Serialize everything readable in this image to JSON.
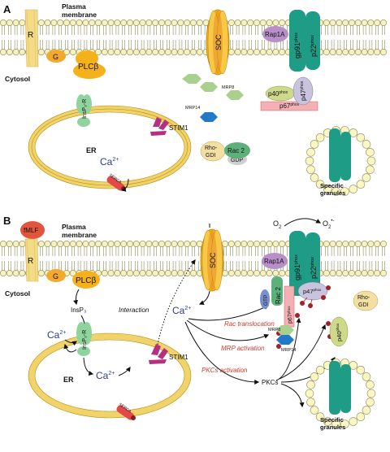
{
  "colors": {
    "membrane_head": "#f6f1bd",
    "membrane_line": "#8a8a5a",
    "er_fill": "#f1d36b",
    "er_stroke": "#b98b10",
    "receptor": "#f4dc86",
    "g_protein": "#f4a92b",
    "plc": "#f4b11a",
    "soc": "#f0b51c",
    "gp91": "#1f9c86",
    "rap1a": "#b98fc9",
    "p67": "#f3b1b6",
    "p40": "#cfd98c",
    "p47": "#c9c3dd",
    "mrp8": "#a9d08e",
    "mrp14": "#2379c9",
    "rac2": "#5cb07a",
    "rhogdi": "#f4dfa2",
    "gdp": "#cfcfcf",
    "insp3r": "#8fd49c",
    "stim1": "#b5307f",
    "serca": "#e24a4a",
    "fmlf": "#e0553b",
    "gtp": "#7b8fcf",
    "vesicle": "#fbf6c2",
    "arrows": "#111111",
    "red_text": "#d23a2a"
  },
  "panel_a": {
    "letter": "A",
    "plasma_membrane_label_1": "Plasma",
    "plasma_membrane_label_2": "membrane",
    "cytosol_label": "Cytosol",
    "receptor_label": "R",
    "g_label": "G",
    "plc_label": "PLCβ",
    "soc_label": "SOC",
    "rap1a_label": "Rap1A",
    "gp91_label": "gp91",
    "gp91_sup": "phox",
    "p22_label": "p22",
    "p22_sup": "phox",
    "p40_label": "p40",
    "p40_sup": "phox",
    "p47_label": "p47",
    "p47_sup": "phox",
    "p67_label": "p67",
    "p67_sup": "phox",
    "mrp8_label": "MRP8",
    "mrp14_label": "MRP14",
    "rhogdi_label_1": "Rho-",
    "rhogdi_label_2": "GDI",
    "rac2_label": "Rac 2",
    "gdp_label": "GDP",
    "insp3r_label": "InsP₃-R",
    "stim1_label": "STIM1",
    "er_label": "ER",
    "ca_label": "Ca",
    "ca_sup": "2+",
    "serca_label": "SERCA",
    "granules_label_1": "Specific",
    "granules_label_2": "granules"
  },
  "panel_b": {
    "letter": "B",
    "fmlf_label": "fMLF",
    "plasma_membrane_label_1": "Plasma",
    "plasma_membrane_label_2": "membrane",
    "cytosol_label": "Cytosol",
    "receptor_label": "R",
    "g_label": "G",
    "plc_label": "PLCβ",
    "insp3_label": "InsP₃",
    "ca_label": "Ca",
    "ca_sup": "2+",
    "insp3r_label": "InsP₃-R",
    "er_label": "ER",
    "stim1_label": "STIM1",
    "serca_label": "SERCA",
    "interaction_label": "Interaction",
    "soc_label": "SOC",
    "o2_label": "O",
    "o2_sub": "2",
    "o2r_label": "O",
    "o2r_sub": "2",
    "o2r_sup": "•-",
    "rap1a_label": "Rap1A",
    "gp91_label": "gp91",
    "gp91_sup": "phox",
    "p22_label": "p22",
    "p22_sup": "phox",
    "rac2_label": "Rac 2",
    "gtp_label": "GTP",
    "p67_label": "p67",
    "p67_sup": "phox",
    "p47_label": "p47",
    "p47_sup": "phox",
    "p40_label": "p40",
    "p40_sup": "phox",
    "rhogdi_label_1": "Rho-",
    "rhogdi_label_2": "GDI",
    "mrp8_label": "MRP8",
    "mrp14_label": "MRP14",
    "rac_translocation": "Rac translocation",
    "mrp_activation": "MRP activation",
    "pkcs_activation": "PKCs activation",
    "pkcs_label": "PKCs",
    "granules_label_1": "Specific",
    "granules_label_2": "granules"
  }
}
